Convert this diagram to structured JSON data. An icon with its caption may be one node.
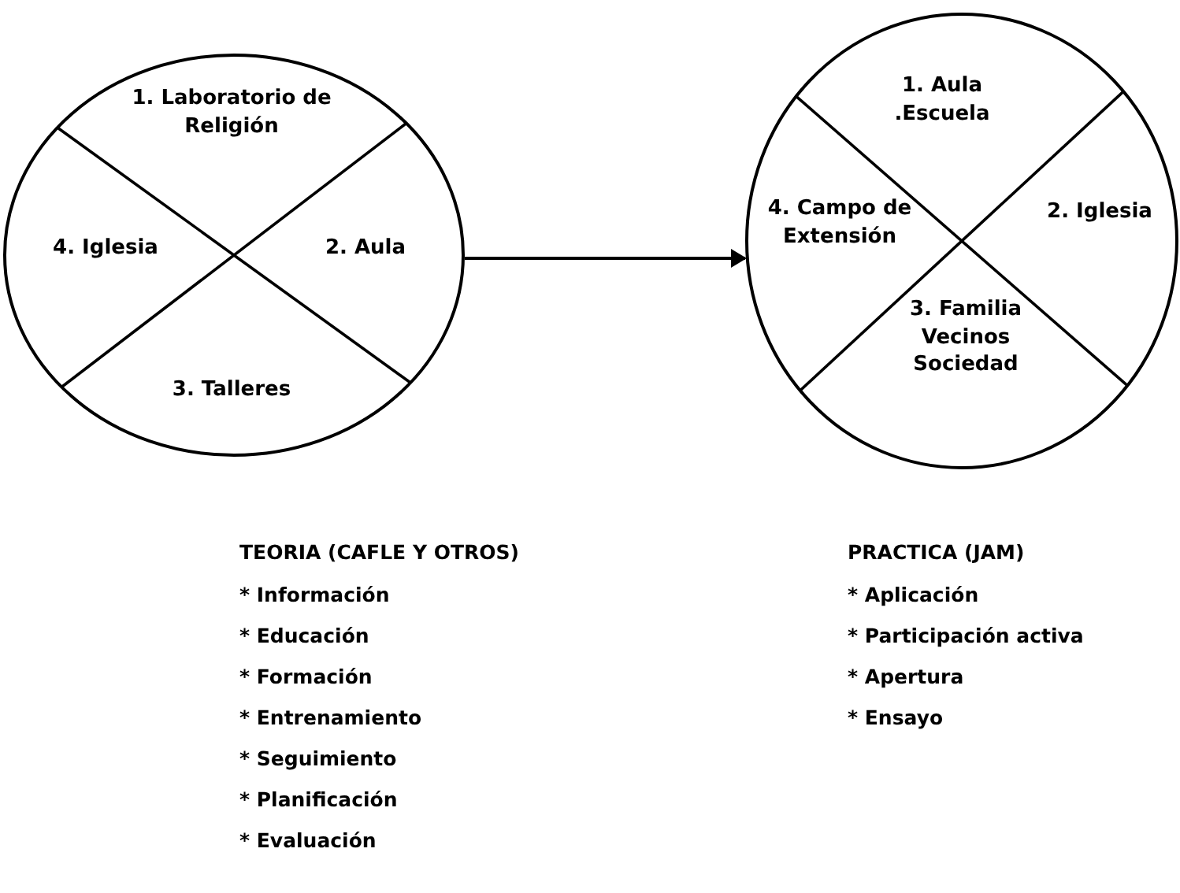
{
  "diagram": {
    "nodes": [
      {
        "text": [],
        "shape": "circle"
      },
      {
        "text": [
          "1. Laboratorio de Religión"
        ],
        "in": 0
      },
      {
        "text": [
          "4. Iglesia"
        ],
        "in": 0
      },
      {
        "text": [
          "2. Aula"
        ],
        "in": 0
      },
      {
        "text": [
          "3. Talleres"
        ],
        "in": 0
      },
      {
        "text": [],
        "shape": "circle"
      },
      {
        "text": [
          "1. Aula .Escuela"
        ],
        "in": 5
      },
      {
        "text": [
          "4. Campo de Extensión"
        ],
        "in": 5
      },
      {
        "text": [
          "2. Iglesia"
        ],
        "in": 5
      },
      {
        "text": [
          "3. Familia Vecinos Sociedad"
        ],
        "in": 5
      }
    ],
    "edges": [
      {
        "from": 0,
        "to": 5,
        "arrow": "to"
      }
    ],
    "labels": [
      "TEORIA (CAFLE Y OTROS)",
      "* Información",
      "* Educación",
      "* Formación",
      "* Entrenamiento",
      "* Seguimiento",
      "* Planificación",
      "* Evaluación",
      "PRACTICA (JAM)",
      "* Aplicación",
      "* Participación activa",
      "* Apertura",
      "* Ensayo"
    ]
  }
}
